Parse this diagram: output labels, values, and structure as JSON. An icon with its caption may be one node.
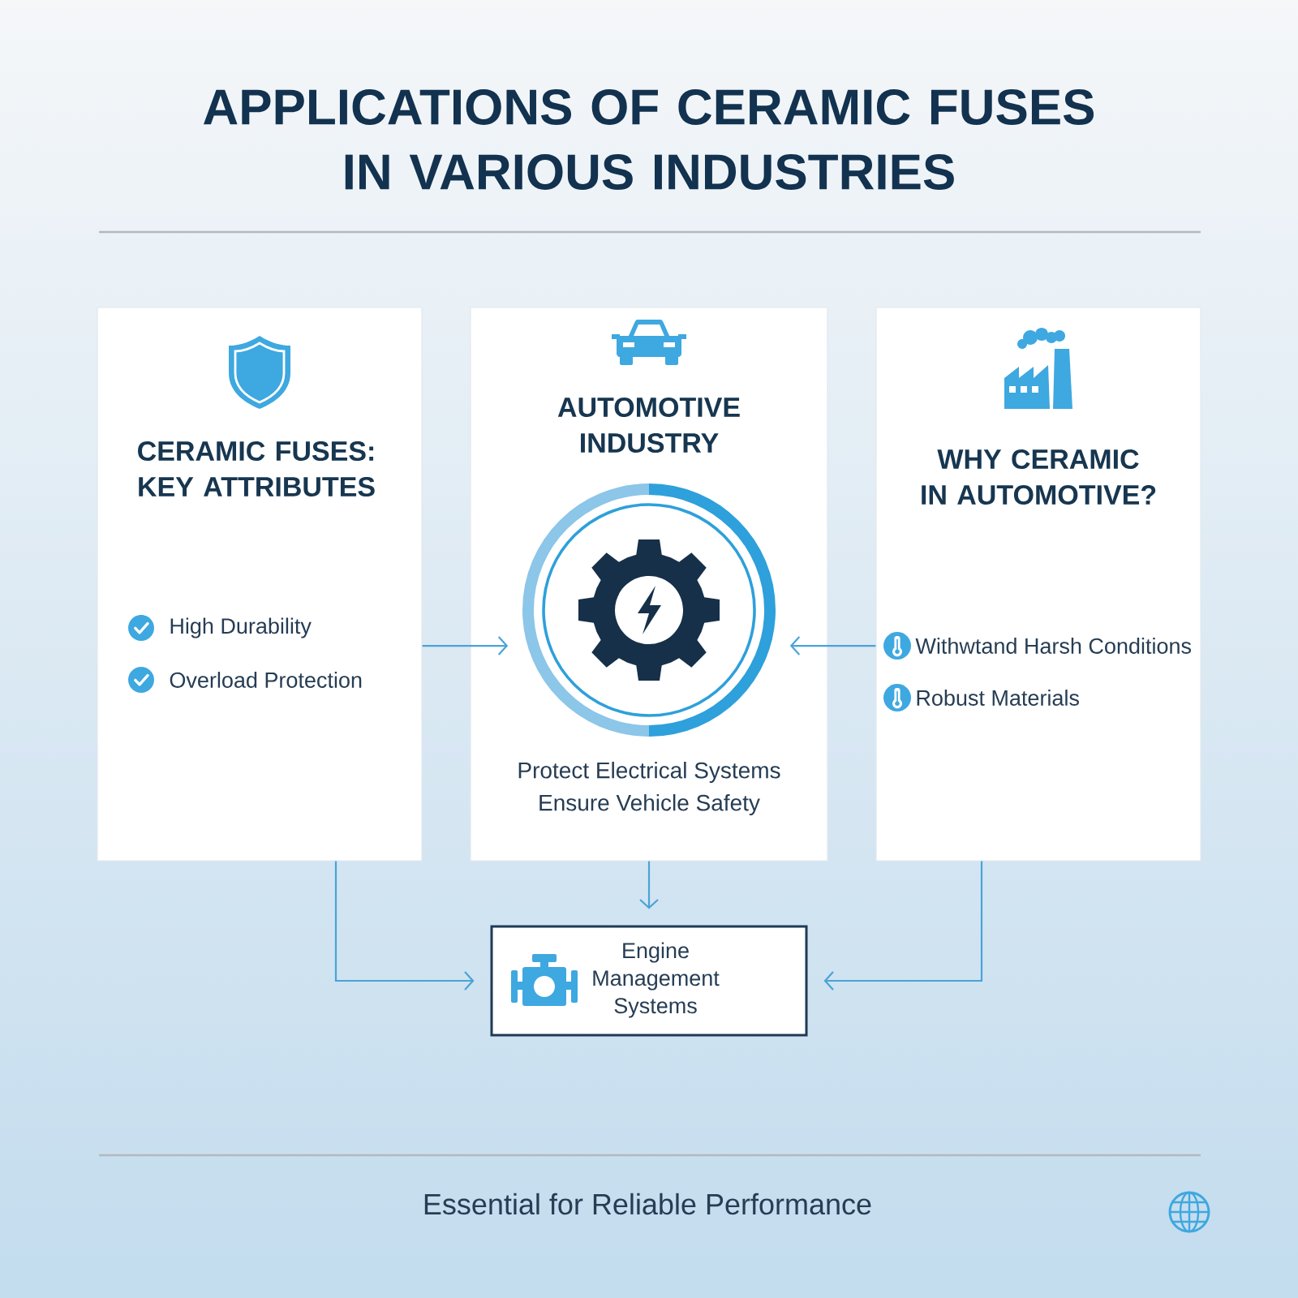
{
  "diagram": {
    "title": "APPLICATIONS OF CERAMIC FUSES IN VARIOUS INDUSTRIES",
    "caption": "Essential for Reliable Performance",
    "nodes": [
      {
        "text": [
          "CERAMIC FUSES: KEY ATTRIBUTES",
          "High Durability",
          "Overload Protection"
        ]
      },
      {
        "text": [
          "AUTOMOTIVE INDUSTRY",
          "Protect Electrical Systems",
          "Ensure Vehicle Safety"
        ]
      },
      {
        "text": [],
        "shape": "circle",
        "in": 1
      },
      {
        "text": [
          "WHY CERAMIC IN AUTOMOTIVE?",
          "Withwtand Harsh Conditions",
          "Robust Materials"
        ]
      },
      {
        "text": [
          "Engine Management Systems"
        ]
      }
    ],
    "edges": [
      {
        "from": 0,
        "to": 2,
        "arrow": "to"
      },
      {
        "from": 3,
        "to": 2,
        "arrow": "to"
      },
      {
        "from": 1,
        "to": 4,
        "arrow": "to"
      },
      {
        "from": 0,
        "to": 4,
        "arrow": "to"
      },
      {
        "from": 3,
        "to": 4,
        "arrow": "to"
      }
    ]
  }
}
